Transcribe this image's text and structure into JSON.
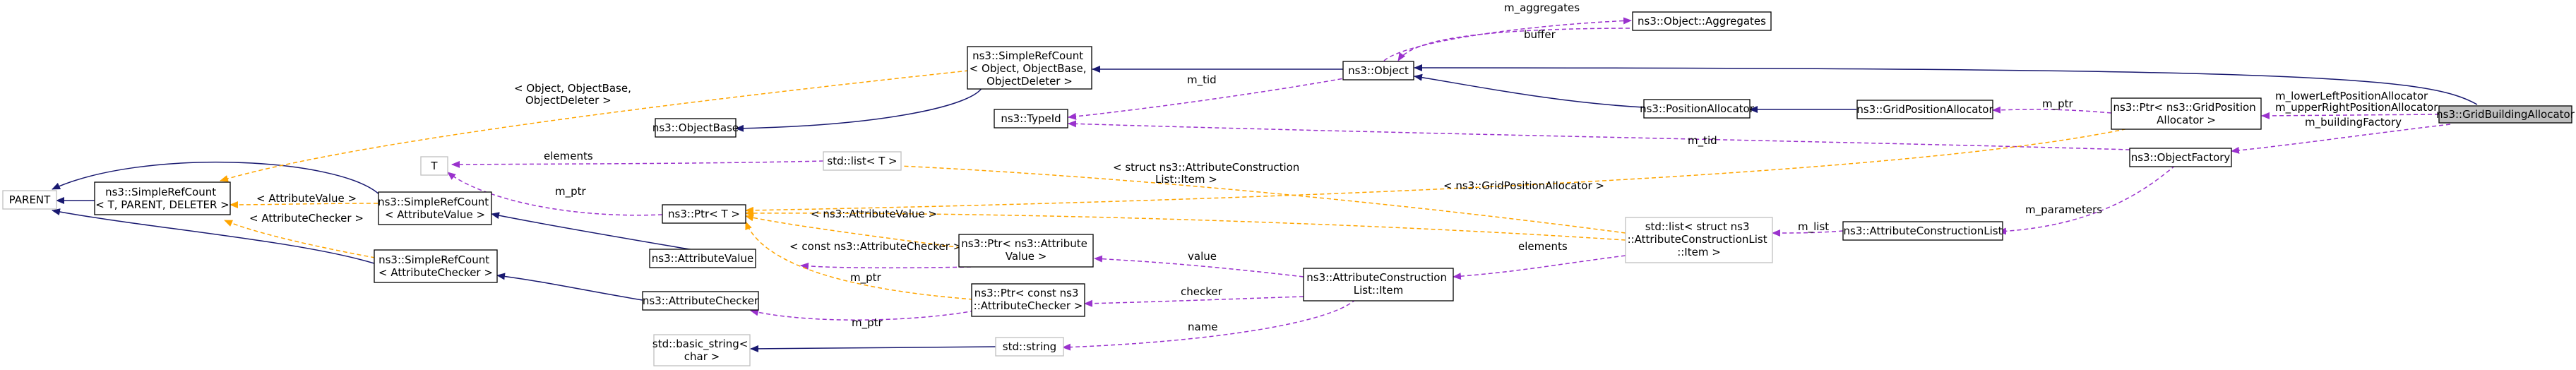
{
  "nodes": {
    "grid_building_allocator": [
      "ns3::GridBuildingAllocator"
    ],
    "object": [
      "ns3::Object"
    ],
    "object_aggregates": [
      "ns3::Object::Aggregates"
    ],
    "simple_ref_count_object": [
      "ns3::SimpleRefCount",
      "< Object, ObjectBase,",
      "ObjectDeleter >"
    ],
    "object_base": [
      "ns3::ObjectBase"
    ],
    "type_id": [
      "ns3::TypeId"
    ],
    "position_allocator": [
      "ns3::PositionAllocator"
    ],
    "grid_position_allocator": [
      "ns3::GridPositionAllocator"
    ],
    "ptr_grid_position_allocator": [
      "ns3::Ptr< ns3::GridPosition",
      "Allocator >"
    ],
    "object_factory": [
      "ns3::ObjectFactory"
    ],
    "t": [
      "T"
    ],
    "std_list_t": [
      "std::list< T >"
    ],
    "parent": [
      "PARENT"
    ],
    "simple_ref_count_t": [
      "ns3::SimpleRefCount",
      "< T, PARENT, DELETER >"
    ],
    "simple_ref_count_attribute_value": [
      "ns3::SimpleRefCount",
      "< AttributeValue >"
    ],
    "simple_ref_count_attribute_checker": [
      "ns3::SimpleRefCount",
      "< AttributeChecker >"
    ],
    "ptr_t": [
      "ns3::Ptr< T >"
    ],
    "attribute_value": [
      "ns3::AttributeValue"
    ],
    "attribute_checker": [
      "ns3::AttributeChecker"
    ],
    "ptr_attribute_value": [
      "ns3::Ptr< ns3::Attribute",
      "Value >"
    ],
    "ptr_attribute_checker": [
      "ns3::Ptr< const ns3",
      "::AttributeChecker >"
    ],
    "attribute_construction_list_item": [
      "ns3::AttributeConstruction",
      "List::Item"
    ],
    "std_list_item": [
      "std::list< struct ns3",
      "::AttributeConstructionList",
      "::Item >"
    ],
    "attribute_construction_list": [
      "ns3::AttributeConstructionList"
    ],
    "basic_string": [
      "std::basic_string<",
      "char >"
    ],
    "std_string": [
      "std::string"
    ]
  },
  "edge_labels": {
    "m_aggregates": [
      "m_aggregates"
    ],
    "buffer": [
      "buffer"
    ],
    "m_tid_object": [
      "m_tid"
    ],
    "m_tid_factory": [
      "m_tid"
    ],
    "m_ptr_grid": [
      "m_ptr"
    ],
    "lower_upper": [
      "m_lowerLeftPositionAllocator",
      "m_upperRightPositionAllocator"
    ],
    "building_factory": [
      "m_buildingFactory"
    ],
    "object_template": [
      "< Object, ObjectBase,",
      "ObjectDeleter >"
    ],
    "elements_t": [
      "elements"
    ],
    "struct_item_template": [
      "< struct ns3::AttributeConstruction",
      "List::Item >"
    ],
    "grid_position_template": [
      "< ns3::GridPositionAllocator >"
    ],
    "m_ptr_t": [
      "m_ptr"
    ],
    "attribute_value_template": [
      "< AttributeValue >"
    ],
    "attribute_checker_template": [
      "< AttributeChecker >"
    ],
    "ns3_attribute_value_template": [
      "< ns3::AttributeValue >"
    ],
    "const_attribute_checker_template": [
      "< const ns3::AttributeChecker >"
    ],
    "m_ptr_value": [
      "m_ptr"
    ],
    "m_ptr_checker": [
      "m_ptr"
    ],
    "value": [
      "value"
    ],
    "checker": [
      "checker"
    ],
    "name": [
      "name"
    ],
    "elements_item": [
      "elements"
    ],
    "m_list": [
      "m_list"
    ],
    "m_parameters": [
      "m_parameters"
    ]
  }
}
